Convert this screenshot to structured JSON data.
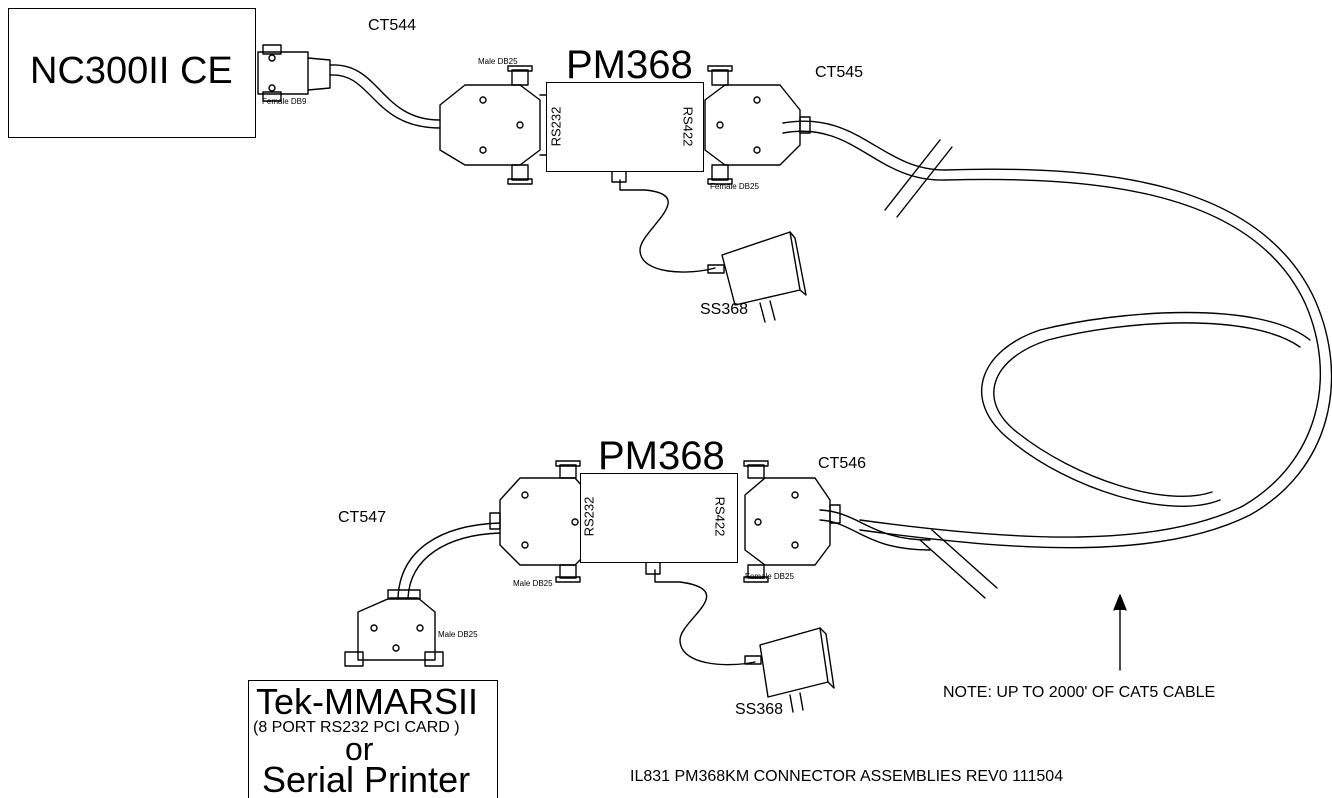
{
  "components": {
    "nc300_label": "NC300II CE",
    "pm368_top_label": "PM368",
    "pm368_bottom_label": "PM368",
    "rs232": "RS232",
    "rs422": "RS422",
    "tek_label": "Tek-MMARSII",
    "tek_sub": "(8 PORT RS232 PCI CARD )",
    "or_label": "or",
    "printer_label": "Serial Printer"
  },
  "cables": {
    "ct544": "CT544",
    "ct545": "CT545",
    "ct546": "CT546",
    "ct547": "CT547"
  },
  "connectors": {
    "female_db9": "Female DB9",
    "male_db25_top": "Male DB25",
    "female_db25_top": "Female DB25",
    "male_db25_bottom": "Male DB25",
    "female_db25_bottom": "Female DB25",
    "male_db25_card": "Male DB25"
  },
  "power": {
    "ss368_top": "SS368",
    "ss368_bottom": "SS368"
  },
  "notes": {
    "cable_note": "NOTE: UP TO 2000' OF CAT5 CABLE",
    "footer": "IL831 PM368KM CONNECTOR ASSEMBLIES REV0 111504"
  }
}
